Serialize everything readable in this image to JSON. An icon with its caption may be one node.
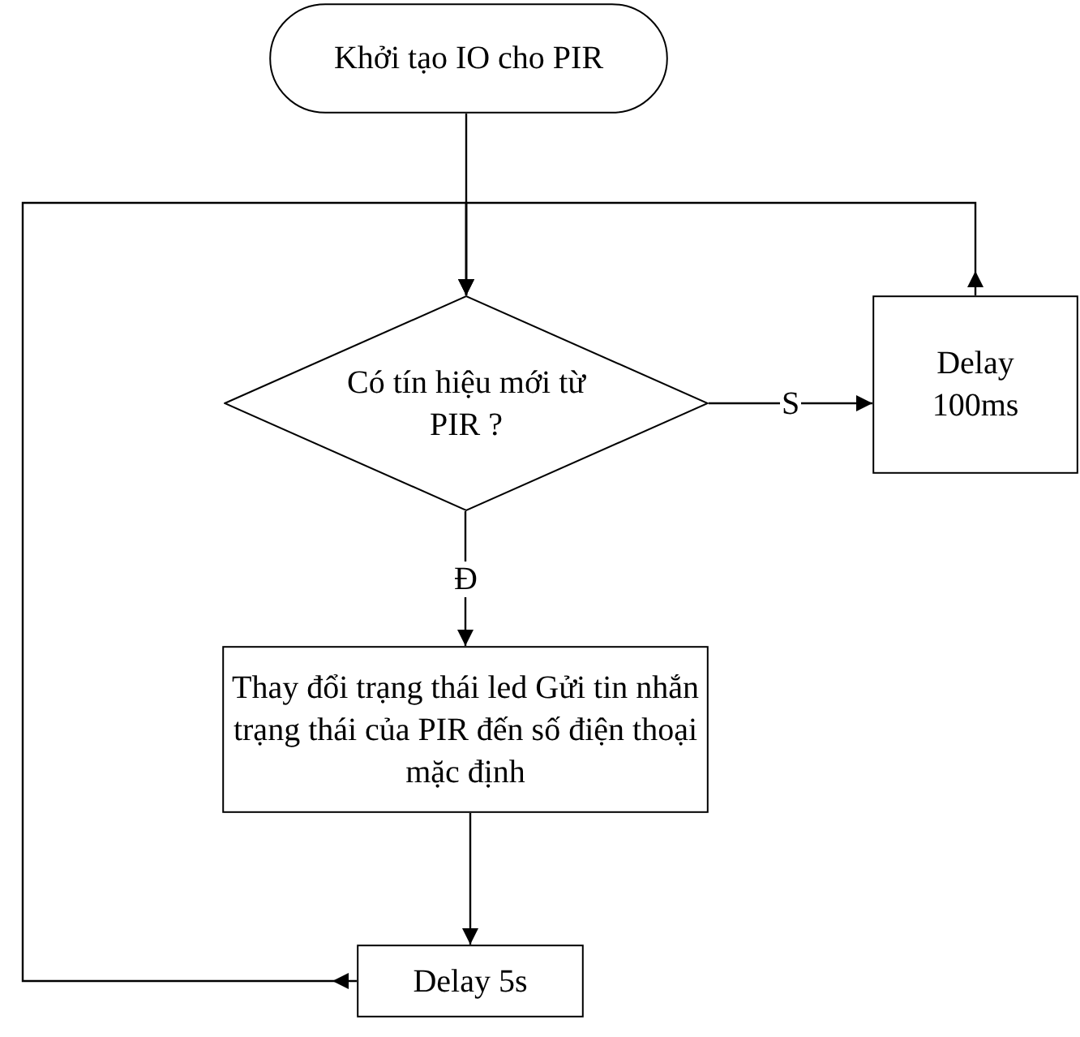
{
  "diagram": {
    "nodes": [
      {
        "text": [
          "Khởi tạo IO cho PIR"
        ]
      },
      {
        "text": [
          "Có tín hiệu mới từ PIR ?"
        ]
      },
      {
        "text": [
          "Delay 100ms"
        ]
      },
      {
        "text": [
          "Thay đổi trạng thái led Gửi tin nhắn trạng thái của PIR đến số điện thoại mặc định"
        ]
      },
      {
        "text": [
          "Delay 5s"
        ]
      }
    ],
    "edges": [
      {
        "from": 0,
        "to": 1,
        "arrow": "to"
      },
      {
        "from": 1,
        "to": 2,
        "arrow": "to",
        "label": "S"
      },
      {
        "from": 2,
        "to": 1,
        "arrow": "to"
      },
      {
        "from": 1,
        "to": 3,
        "arrow": "to",
        "label": "Đ"
      },
      {
        "from": 3,
        "to": 4,
        "arrow": "to"
      },
      {
        "from": 4,
        "to": 1,
        "arrow": "to"
      }
    ]
  }
}
